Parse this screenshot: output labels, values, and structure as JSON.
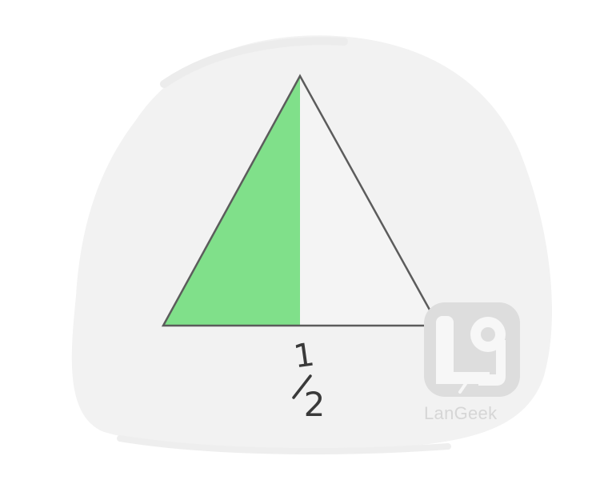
{
  "fraction": {
    "numerator": "1",
    "denominator": "2",
    "shaded_fraction": 0.5
  },
  "colors": {
    "shaded": "#80e08a",
    "unshaded": "#f4f4f4",
    "outline": "#5c5c5c",
    "blob": "#f2f2f2",
    "watermark": "#d6d6d6"
  },
  "watermark": {
    "brand": "LanGeek"
  }
}
